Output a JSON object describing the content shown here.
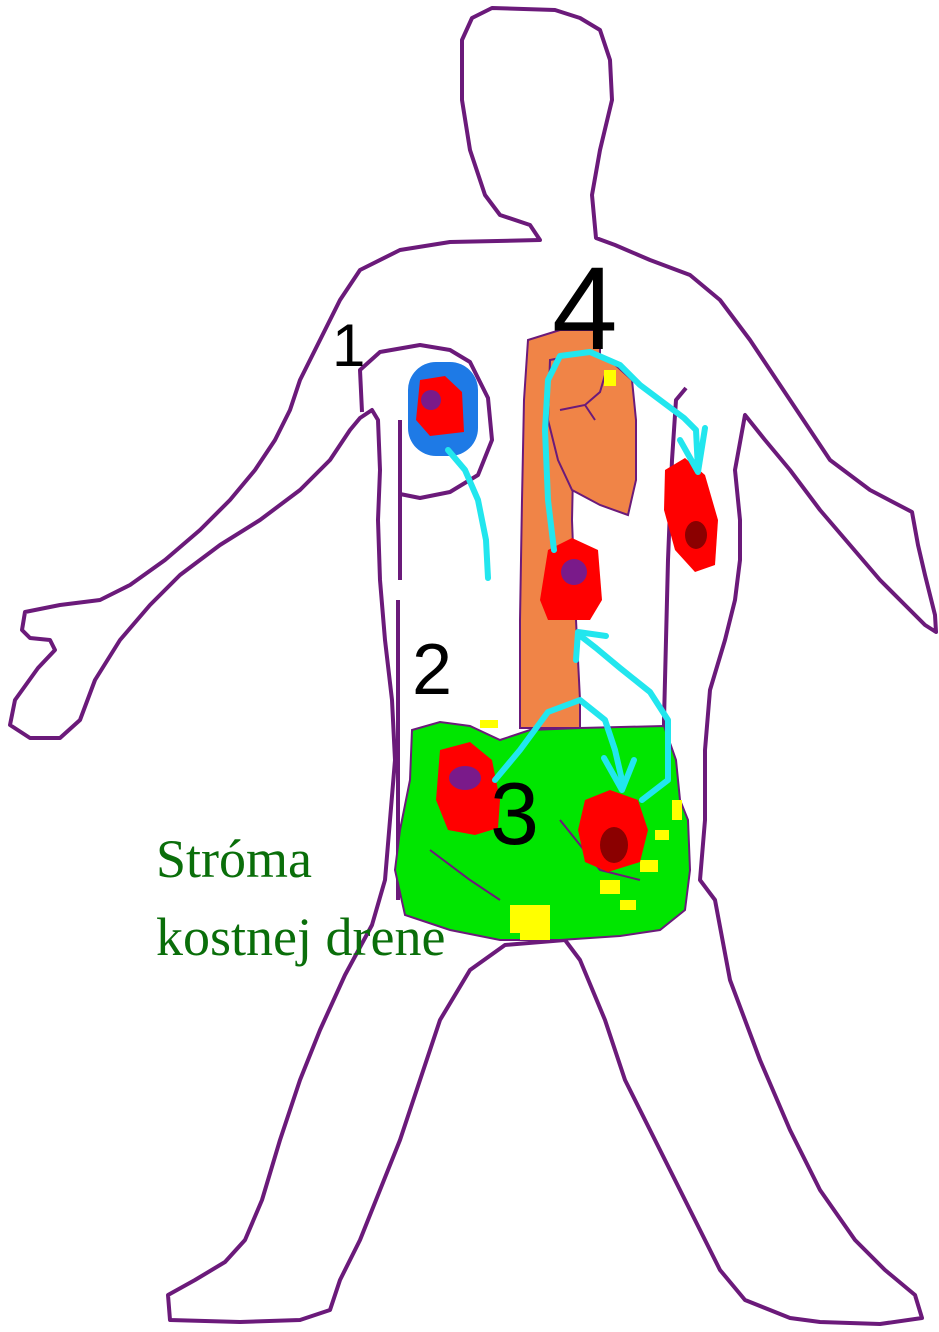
{
  "labels": {
    "one": "1",
    "two": "2",
    "three": "3",
    "four": "4"
  },
  "caption": {
    "line1": "Stróma",
    "line2": "kostnej drene"
  },
  "colors": {
    "outline": "#6b1a7a",
    "aorta": "#f08447",
    "heart": "#f08447",
    "cell_red": "#ff0000",
    "nucleus": "#7a1a8a",
    "nucleus_dark": "#8b0000",
    "blue_ring": "#1e7ae6",
    "stroma": "#00e600",
    "yellow": "#ffff00",
    "arrow": "#22e6ee",
    "caption": "#0a6e0a"
  }
}
